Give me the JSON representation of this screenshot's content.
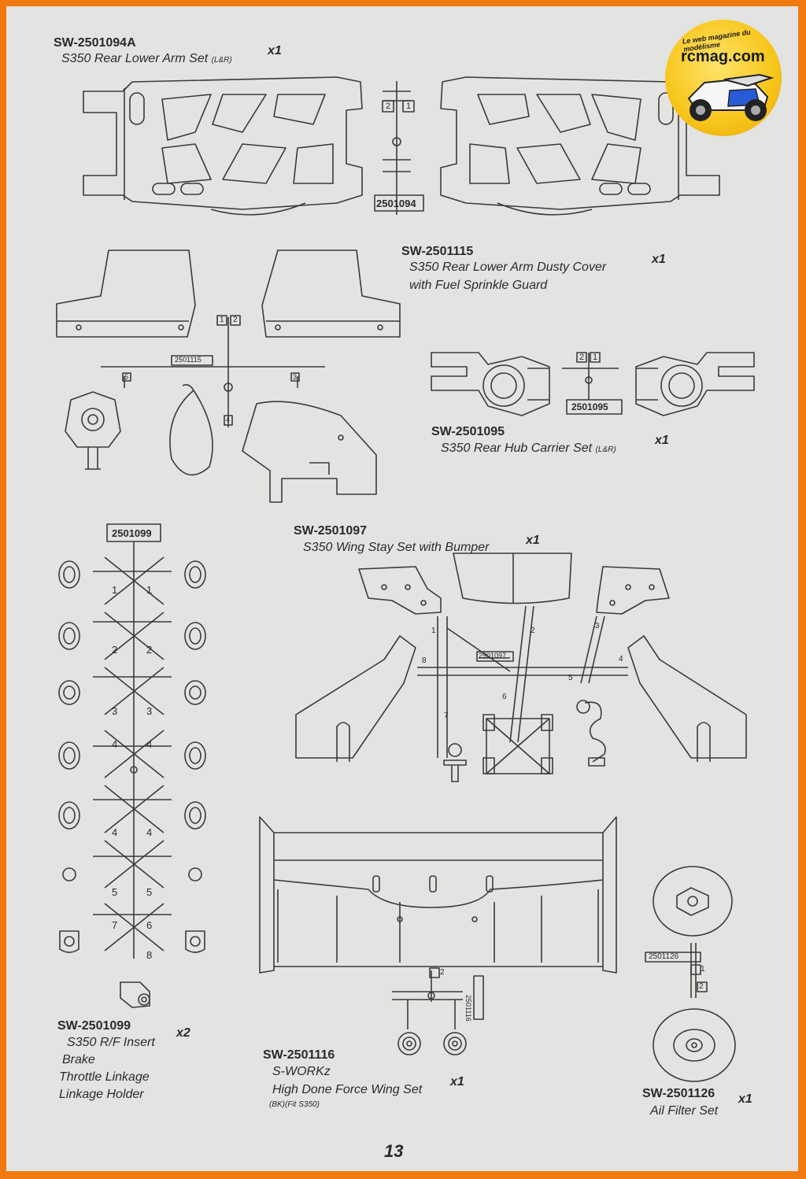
{
  "parts": [
    {
      "code": "SW-2501094A",
      "desc": "S350 Rear Lower Arm Set",
      "sub": "(L&R)",
      "qty": "x1"
    },
    {
      "code": "SW-2501115",
      "desc1": "S350 Rear Lower Arm Dusty Cover",
      "desc2": "with Fuel Sprinkle Guard",
      "qty": "x1"
    },
    {
      "code": "SW-2501095",
      "desc": "S350 Rear Hub Carrier Set",
      "sub": "(L&R)",
      "qty": "x1"
    },
    {
      "code": "SW-2501097",
      "desc": "S350 Wing Stay Set with Bumper",
      "qty": "x1"
    },
    {
      "code": "SW-2501099",
      "desc1": "S350 R/F Insert",
      "desc2": "Brake",
      "desc3": "Throttle Linkage",
      "desc4": "Linkage Holder",
      "qty": "x2"
    },
    {
      "code": "SW-2501116",
      "desc1": "S-WORKz",
      "desc2": "High Done Force Wing Set",
      "sub": "(BK)(Fit S350)",
      "qty": "x1"
    },
    {
      "code": "SW-2501126",
      "desc": "Ail Filter Set",
      "qty": "x1"
    }
  ],
  "sprue_tags": {
    "t1094": "2501094",
    "t1115": "2501115",
    "t1095": "2501095",
    "t1097": "2501097",
    "t1099": "2501099",
    "t1116": "2501116",
    "t1126": "2501126"
  },
  "numbers": {
    "n1": "1",
    "n2": "2",
    "n3": "3",
    "n4": "4",
    "n5": "5",
    "n6": "6",
    "n7": "7",
    "n8": "8"
  },
  "page_number": "13",
  "logo": {
    "brand": "rcmag.com",
    "tagline": "Le web magazine du modélisme"
  }
}
